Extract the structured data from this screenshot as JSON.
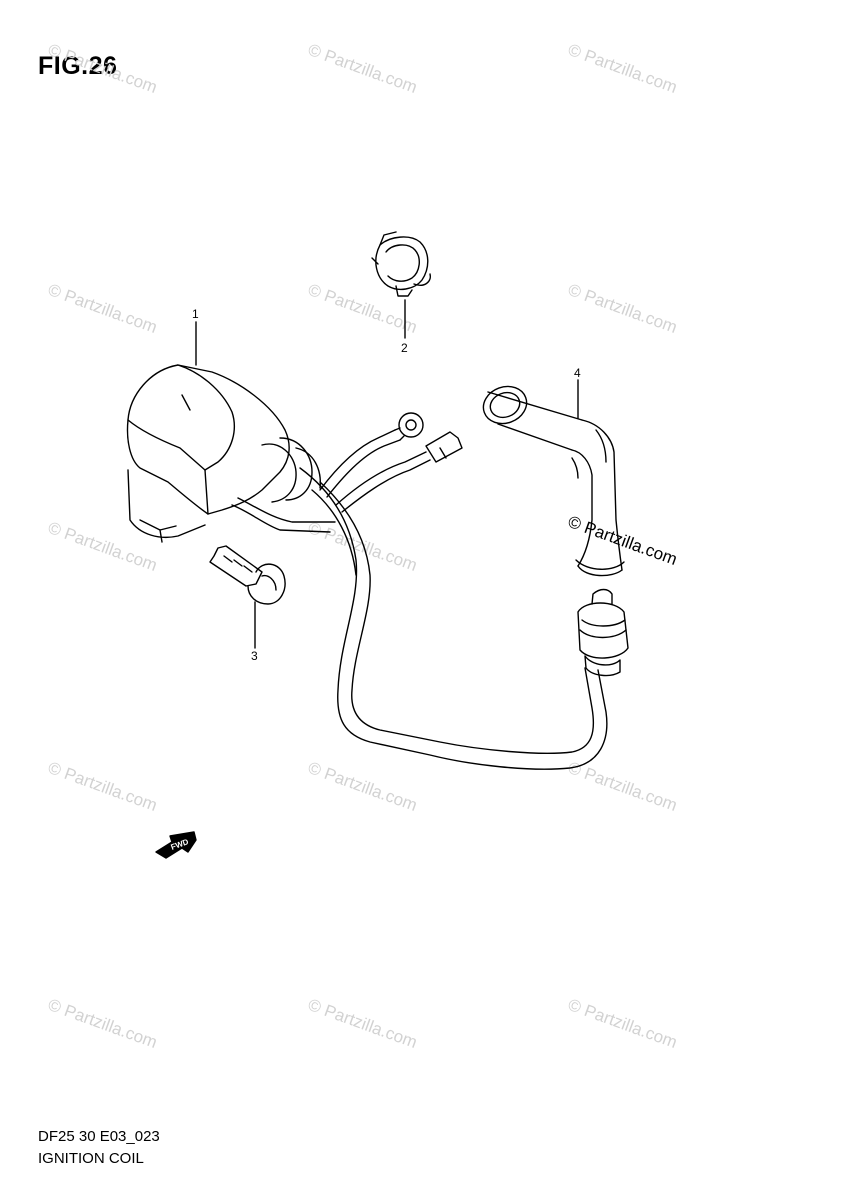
{
  "figure": {
    "title": "FIG.26",
    "code": "DF25 30 E03_023",
    "name": "IGNITION COIL"
  },
  "callouts": [
    {
      "number": "1",
      "part": "ignition-coil"
    },
    {
      "number": "2",
      "part": "clamp"
    },
    {
      "number": "3",
      "part": "bolt"
    },
    {
      "number": "4",
      "part": "plug-cap"
    }
  ],
  "fwd_label": "FWD",
  "watermark": {
    "text": "© Partzilla.com"
  },
  "colors": {
    "line": "#000000",
    "watermark": "#d2d2d2",
    "background": "#ffffff"
  }
}
